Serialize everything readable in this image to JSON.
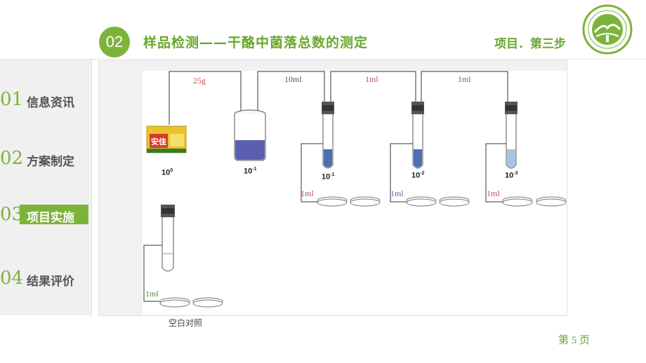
{
  "header": {
    "section_number": "02",
    "title": "样品检测——干酪中菌落总数的测定",
    "step": "项目．第三步"
  },
  "sidebar": {
    "items": [
      {
        "num": "01",
        "label": "信息资讯"
      },
      {
        "num": "02",
        "label": "方案制定"
      },
      {
        "num": "03",
        "label": "项目实施"
      },
      {
        "num": "04",
        "label": "结果评价"
      }
    ],
    "active_index": 2
  },
  "diagram": {
    "transfer_labels": [
      "25g",
      "10ml",
      "1ml",
      "1ml"
    ],
    "plating_labels": [
      "1ml",
      "1ml",
      "1ml"
    ],
    "blank_label": "1ml",
    "blank_caption": "空白对照",
    "sample_label": "安佳",
    "dilutions": [
      {
        "base": "10",
        "exp": "0"
      },
      {
        "base": "10",
        "exp": "-1"
      },
      {
        "base": "10",
        "exp": "-1"
      },
      {
        "base": "10",
        "exp": "-2"
      },
      {
        "base": "10",
        "exp": "-3"
      }
    ],
    "colors": {
      "accent_green": "#7db33b",
      "label_red": "#c0504d",
      "label_purple": "#6f5ba8",
      "label_green": "#4f8a3c",
      "liquid_dark": "#5b5fb0",
      "liquid_mid": "#4a70b0",
      "liquid_light": "#a9c4e3"
    }
  },
  "footer": {
    "page_label": "第 5 页"
  }
}
